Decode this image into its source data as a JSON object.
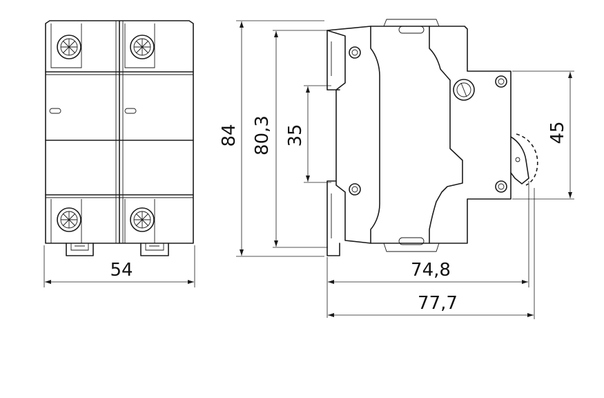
{
  "dimensions": {
    "front_width": "54",
    "total_height": "84",
    "body_height": "80,3",
    "rail_height": "35",
    "front_height": "45",
    "depth": "74,8",
    "depth_total": "77,7"
  },
  "colors": {
    "line": "#1a1a1a",
    "background": "#ffffff"
  }
}
